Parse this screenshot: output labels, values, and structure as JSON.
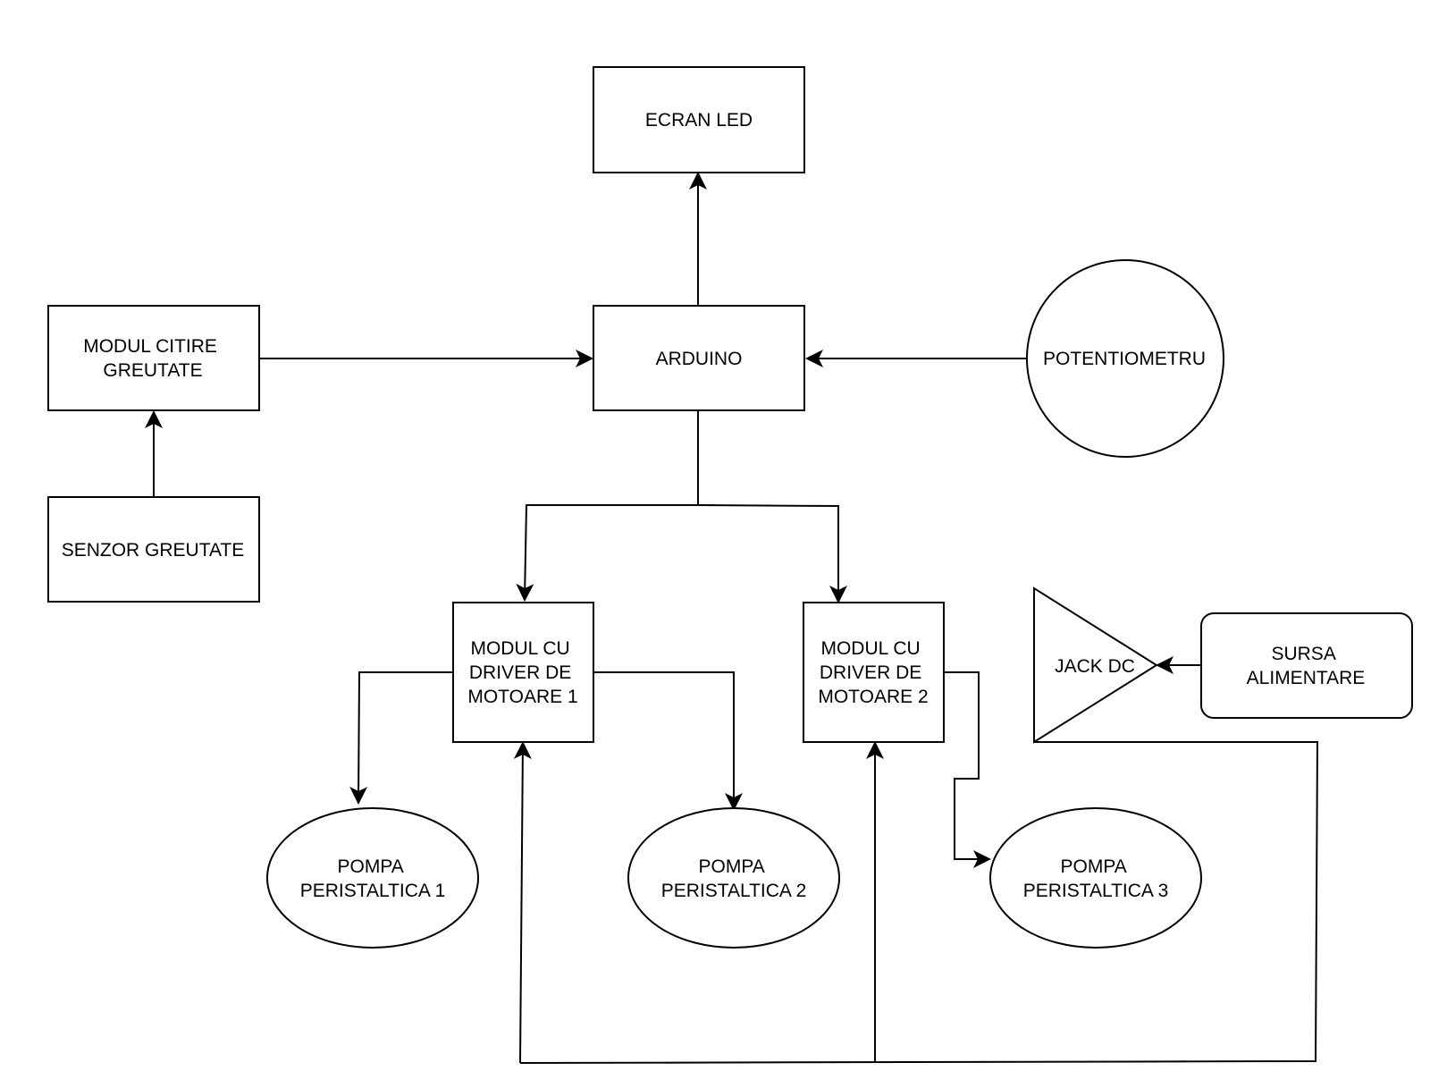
{
  "nodes": {
    "ecran_led": [
      "ECRAN LED"
    ],
    "arduino": [
      "ARDUINO"
    ],
    "modul_citire": [
      "MODUL CITIRE",
      "GREUTATE"
    ],
    "senzor": [
      "SENZOR GREUTATE"
    ],
    "potentiometru": [
      "POTENTIOMETRU"
    ],
    "driver1": [
      "MODUL CU",
      "DRIVER DE",
      "MOTOARE 1"
    ],
    "driver2": [
      "MODUL CU",
      "DRIVER DE",
      "MOTOARE 2"
    ],
    "jack_dc": [
      "JACK DC"
    ],
    "sursa": [
      "SURSA",
      "ALIMENTARE"
    ],
    "pompa1": [
      "POMPA",
      "PERISTALTICA 1"
    ],
    "pompa2": [
      "POMPA",
      "PERISTALTICA 2"
    ],
    "pompa3": [
      "POMPA",
      "PERISTALTICA 3"
    ]
  },
  "colors": {
    "stroke": "#000000",
    "fill": "#ffffff"
  }
}
